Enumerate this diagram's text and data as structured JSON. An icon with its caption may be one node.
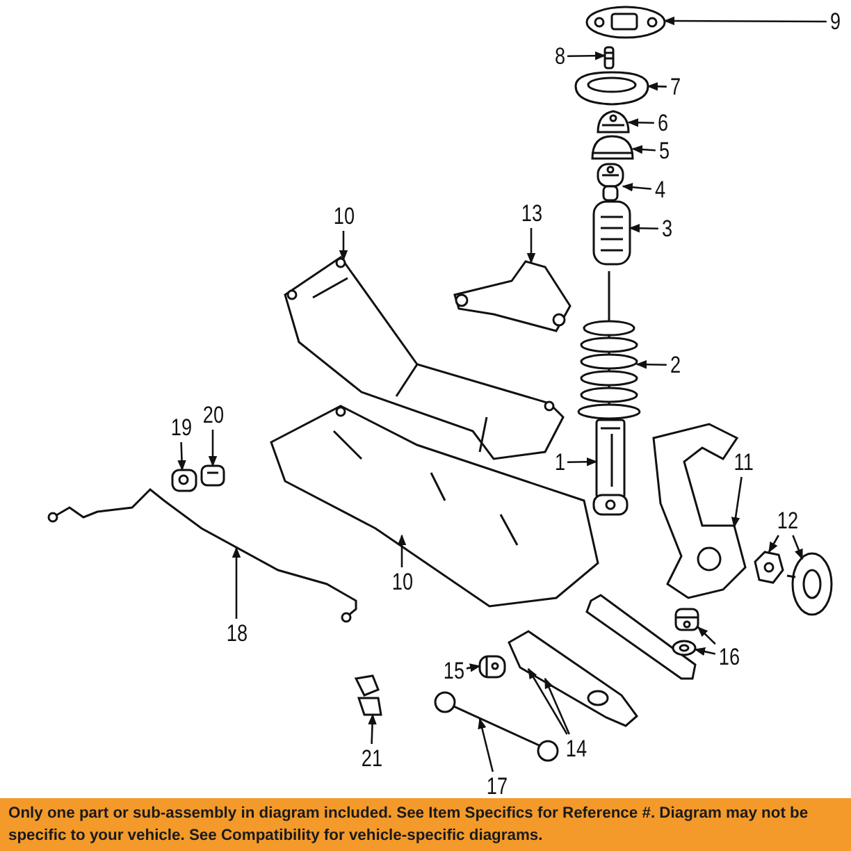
{
  "diagram": {
    "nodes": [
      {
        "text": [
          "9"
        ]
      },
      {
        "text": [
          "8"
        ]
      },
      {
        "text": [
          "7"
        ]
      },
      {
        "text": [
          "6"
        ]
      },
      {
        "text": [
          "5"
        ]
      },
      {
        "text": [
          "4"
        ]
      },
      {
        "text": [
          "3"
        ]
      },
      {
        "text": [
          "10"
        ]
      },
      {
        "text": [
          "13"
        ]
      },
      {
        "text": [
          "2"
        ]
      },
      {
        "text": [
          "20"
        ]
      },
      {
        "text": [
          "19"
        ]
      },
      {
        "text": [
          "1"
        ]
      },
      {
        "text": [
          "11"
        ]
      },
      {
        "text": [
          "12"
        ]
      },
      {
        "text": [
          "10"
        ]
      },
      {
        "text": [
          "18"
        ]
      },
      {
        "text": [
          "16"
        ]
      },
      {
        "text": [
          "15"
        ]
      },
      {
        "text": [
          "14"
        ]
      },
      {
        "text": [
          "21"
        ]
      },
      {
        "text": [
          "17"
        ]
      },
      {
        "text": [],
        "shape": "picture"
      },
      {
        "text": [],
        "shape": "picture"
      },
      {
        "text": [],
        "shape": "picture"
      },
      {
        "text": [],
        "shape": "picture"
      },
      {
        "text": [],
        "shape": "picture"
      },
      {
        "text": [],
        "shape": "picture"
      },
      {
        "text": [],
        "shape": "picture"
      },
      {
        "text": [],
        "shape": "picture"
      },
      {
        "text": [],
        "shape": "picture"
      },
      {
        "text": [],
        "shape": "picture"
      },
      {
        "text": [],
        "shape": "picture"
      },
      {
        "text": [],
        "shape": "picture"
      },
      {
        "text": [],
        "shape": "picture"
      },
      {
        "text": [],
        "shape": "picture"
      },
      {
        "text": [],
        "shape": "picture"
      },
      {
        "text": [],
        "shape": "picture"
      },
      {
        "text": [],
        "shape": "picture"
      },
      {
        "text": [],
        "shape": "picture"
      },
      {
        "text": [],
        "shape": "picture"
      },
      {
        "text": [],
        "shape": "picture"
      },
      {
        "text": [],
        "shape": "picture"
      },
      {
        "text": [],
        "shape": "picture"
      },
      {
        "text": [],
        "shape": "picture"
      },
      {
        "text": [],
        "shape": "picture"
      }
    ],
    "edges": [
      {
        "from": 0,
        "to": 22,
        "arrow": "to"
      },
      {
        "from": 1,
        "to": 23,
        "arrow": "to"
      },
      {
        "from": 2,
        "to": 24,
        "arrow": "to"
      },
      {
        "from": 3,
        "to": 25,
        "arrow": "to"
      },
      {
        "from": 4,
        "to": 26,
        "arrow": "to"
      },
      {
        "from": 5,
        "to": 27,
        "arrow": "to"
      },
      {
        "from": 6,
        "to": 28,
        "arrow": "to"
      },
      {
        "from": 7,
        "to": 29,
        "arrow": "to"
      },
      {
        "from": 8,
        "to": 30,
        "arrow": "to"
      },
      {
        "from": 9,
        "to": 31,
        "arrow": "to"
      },
      {
        "from": 10,
        "to": 32,
        "arrow": "to"
      },
      {
        "from": 11,
        "to": 33,
        "arrow": "to"
      },
      {
        "from": 12,
        "to": 34,
        "arrow": "to"
      },
      {
        "from": 13,
        "to": 36,
        "arrow": "to"
      },
      {
        "from": 14,
        "to": 38,
        "arrow": "to"
      },
      {
        "from": 14,
        "to": 39,
        "arrow": "to"
      },
      {
        "from": 15,
        "to": 37,
        "arrow": "to"
      },
      {
        "from": 16,
        "to": 35,
        "arrow": "to"
      },
      {
        "from": 17,
        "to": 40,
        "arrow": "to"
      },
      {
        "from": 17,
        "to": 41,
        "arrow": "to"
      },
      {
        "from": 18,
        "to": 42,
        "arrow": "to"
      },
      {
        "from": 19,
        "to": 43,
        "arrow": "to"
      },
      {
        "from": 19,
        "to": 43,
        "arrow": "to"
      },
      {
        "from": 20,
        "to": 44,
        "arrow": "to"
      },
      {
        "from": 21,
        "to": 45,
        "arrow": "to"
      }
    ],
    "labels": [
      "Only one part or sub-assembly in diagram included. See Item Specifics for Reference #. Diagram may not be specific to your vehicle. See Compatibility for vehicle-specific diagrams."
    ]
  }
}
